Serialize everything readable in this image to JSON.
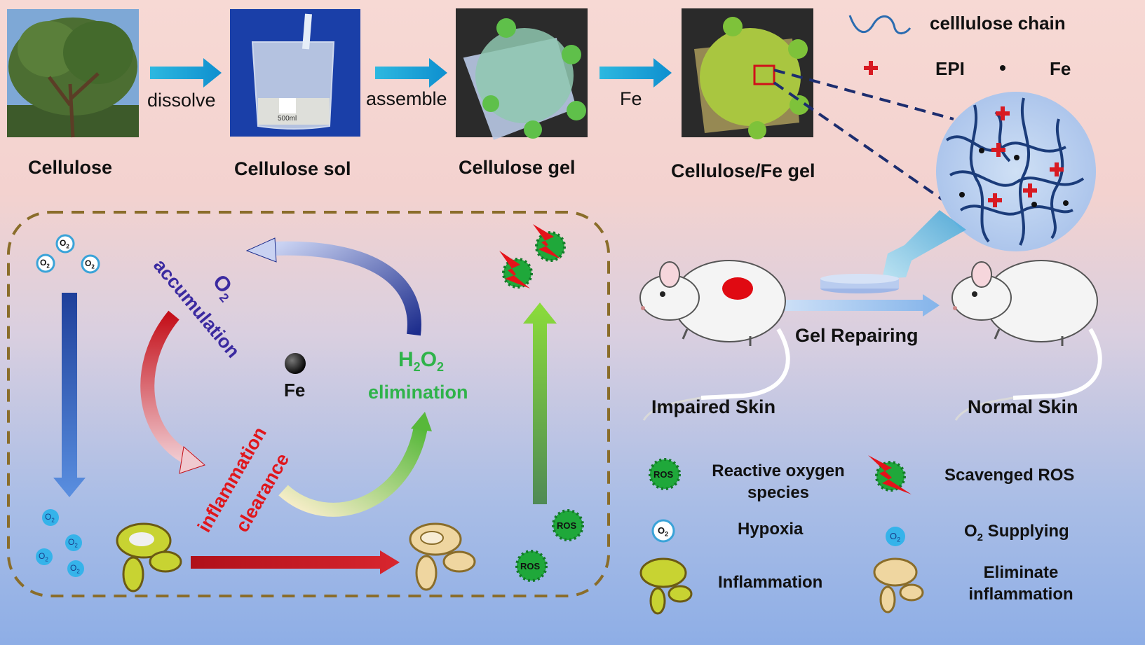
{
  "top_row": {
    "steps": [
      {
        "label": "Cellulose"
      },
      {
        "label": "Cellulose sol"
      },
      {
        "label": "Cellulose gel"
      },
      {
        "label": "Cellulose/Fe gel"
      }
    ],
    "arrows": [
      {
        "label": "dissolve"
      },
      {
        "label": "assemble"
      },
      {
        "label": "Fe"
      }
    ],
    "beaker_text": "500ml"
  },
  "structure_legend": {
    "chain": "celllulose chain",
    "epi": "EPI",
    "fe": "Fe"
  },
  "mouse_panel": {
    "impaired": "Impaired Skin",
    "repair_arrow": "Gel Repairing",
    "normal": "Normal Skin"
  },
  "mechanism": {
    "o2_accumulation": {
      "o2": "O",
      "sub": "2",
      "word": "accumulation"
    },
    "h2o2": {
      "h": "H",
      "s1": "2",
      "o": "O",
      "s2": "2",
      "word": "elimination"
    },
    "inflammation": {
      "line1": "inflammation",
      "line2": "clearance"
    },
    "center": "Fe",
    "ros_badge": "ROS",
    "o2_badge": {
      "main": "O",
      "sub": "2"
    }
  },
  "legend": {
    "ros": [
      "Reactive oxygen",
      "species"
    ],
    "scavenged": "Scavenged ROS",
    "hypoxia": "Hypoxia",
    "o2_supply": {
      "main": "O",
      "sub": "2",
      "rest": " Supplying"
    },
    "inflammation": "Inflammation",
    "eliminate": [
      "Eliminate",
      "inflammation"
    ]
  },
  "colors": {
    "step_arrow": "#1aa7d6",
    "o2_accumulation_text": "#3b2aa0",
    "h2o2_text": "#2fb34a",
    "inflammation_text": "#e0161c",
    "ros_green": "#1fa83a",
    "lightning_red": "#e5131a",
    "dashed_border": "#8a6d2a",
    "hydrogel_circle": "#b7cdee"
  }
}
